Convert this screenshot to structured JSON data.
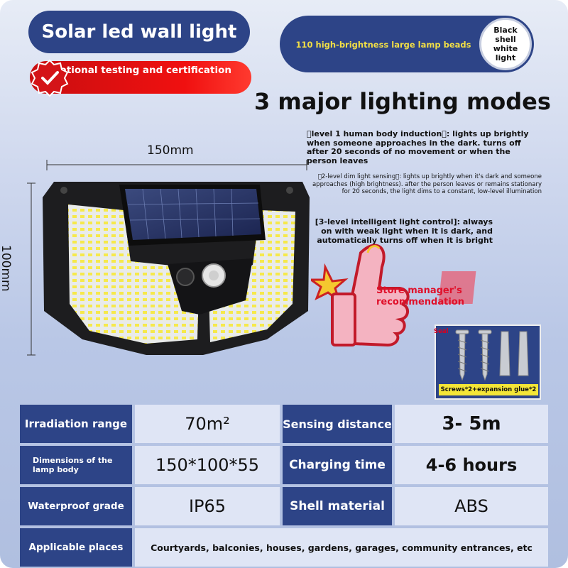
{
  "header": {
    "title": "Solar led wall light",
    "certification": "National testing and certification",
    "beads_text": "110 high-brightness large lamp beads",
    "beads_badge": [
      "Black",
      "shell",
      "white",
      "light"
    ]
  },
  "modes": {
    "title": "3 major lighting modes",
    "mode1": "\u0000level 1 human body induction\u0000: lights up brightly when someone approaches in the dark. turns off after 20 seconds of no movement or when the person leaves",
    "mode2": "\u00002-level dim light sensing\u0000: lights up brightly when it's dark and someone approaches (high brightness). after the person leaves or remains stationary for 20 seconds, the light dims to a constant, low-level illumination",
    "mode3": "[3-level intelligent light control]: always on with weak light when it is dark, and automatically turns off when it is bright"
  },
  "dimensions": {
    "width": "150mm",
    "height": "100mm",
    "depth": "55mm"
  },
  "store": {
    "recommendation": "Store manager's recommendation"
  },
  "accessories": {
    "seal": "Seal",
    "label": "Screws*2+expansion glue*2"
  },
  "specs": [
    {
      "label": "Irradiation range",
      "value": "70m²",
      "label2": "Sensing distance",
      "value2": "3- 5m"
    },
    {
      "label": "Dimensions of the lamp body",
      "value": "150*100*55",
      "label2": "Charging time",
      "value2": "4-6 hours"
    },
    {
      "label": "Waterproof grade",
      "value": "IP65",
      "label2": "Shell material",
      "value2": "ABS"
    },
    {
      "label": "Applicable places",
      "value": "Courtyards, balconies, houses, gardens, garages, community entrances, etc"
    }
  ],
  "colors": {
    "navy": "#2d4487",
    "red": "#e0102a",
    "yellow": "#f4e637"
  }
}
